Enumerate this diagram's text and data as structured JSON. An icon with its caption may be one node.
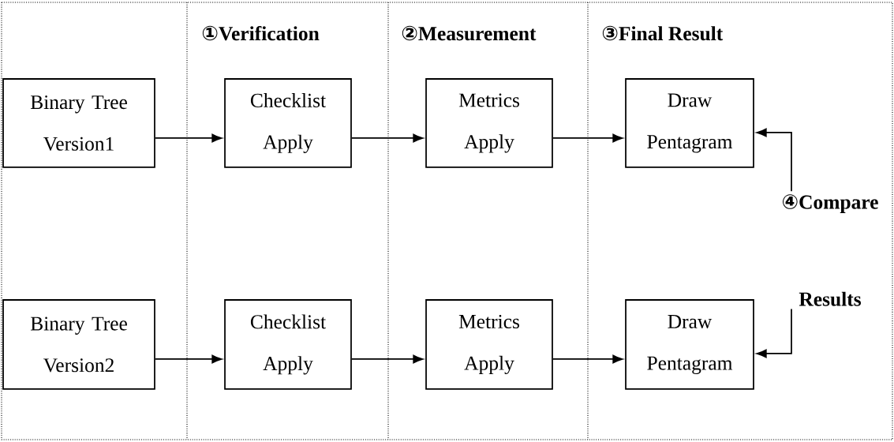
{
  "diagram": {
    "nodes": [
      {
        "text": [
          "Binary Tree Version1"
        ]
      },
      {
        "text": [
          "Checklist Apply"
        ]
      },
      {
        "text": [
          "Metrics Apply"
        ]
      },
      {
        "text": [
          "Draw Pentagram"
        ]
      },
      {
        "text": [
          "Binary Tree Version2"
        ]
      },
      {
        "text": [
          "Checklist Apply"
        ]
      },
      {
        "text": [
          "Metrics Apply"
        ]
      },
      {
        "text": [
          "Draw Pentagram"
        ]
      },
      {
        "text": [
          "④Compare Results"
        ]
      }
    ],
    "edges": [
      {
        "from": 0,
        "to": 1,
        "arrow": "to"
      },
      {
        "from": 1,
        "to": 2,
        "arrow": "to"
      },
      {
        "from": 2,
        "to": 3,
        "arrow": "to"
      },
      {
        "from": 4,
        "to": 5,
        "arrow": "to"
      },
      {
        "from": 5,
        "to": 6,
        "arrow": "to"
      },
      {
        "from": 6,
        "to": 7,
        "arrow": "to"
      },
      {
        "from": 8,
        "to": 3,
        "arrow": "to"
      },
      {
        "from": 8,
        "to": 7,
        "arrow": "to"
      }
    ],
    "labels": [
      "①Verification",
      "②Measurement",
      "③Final Result"
    ]
  }
}
